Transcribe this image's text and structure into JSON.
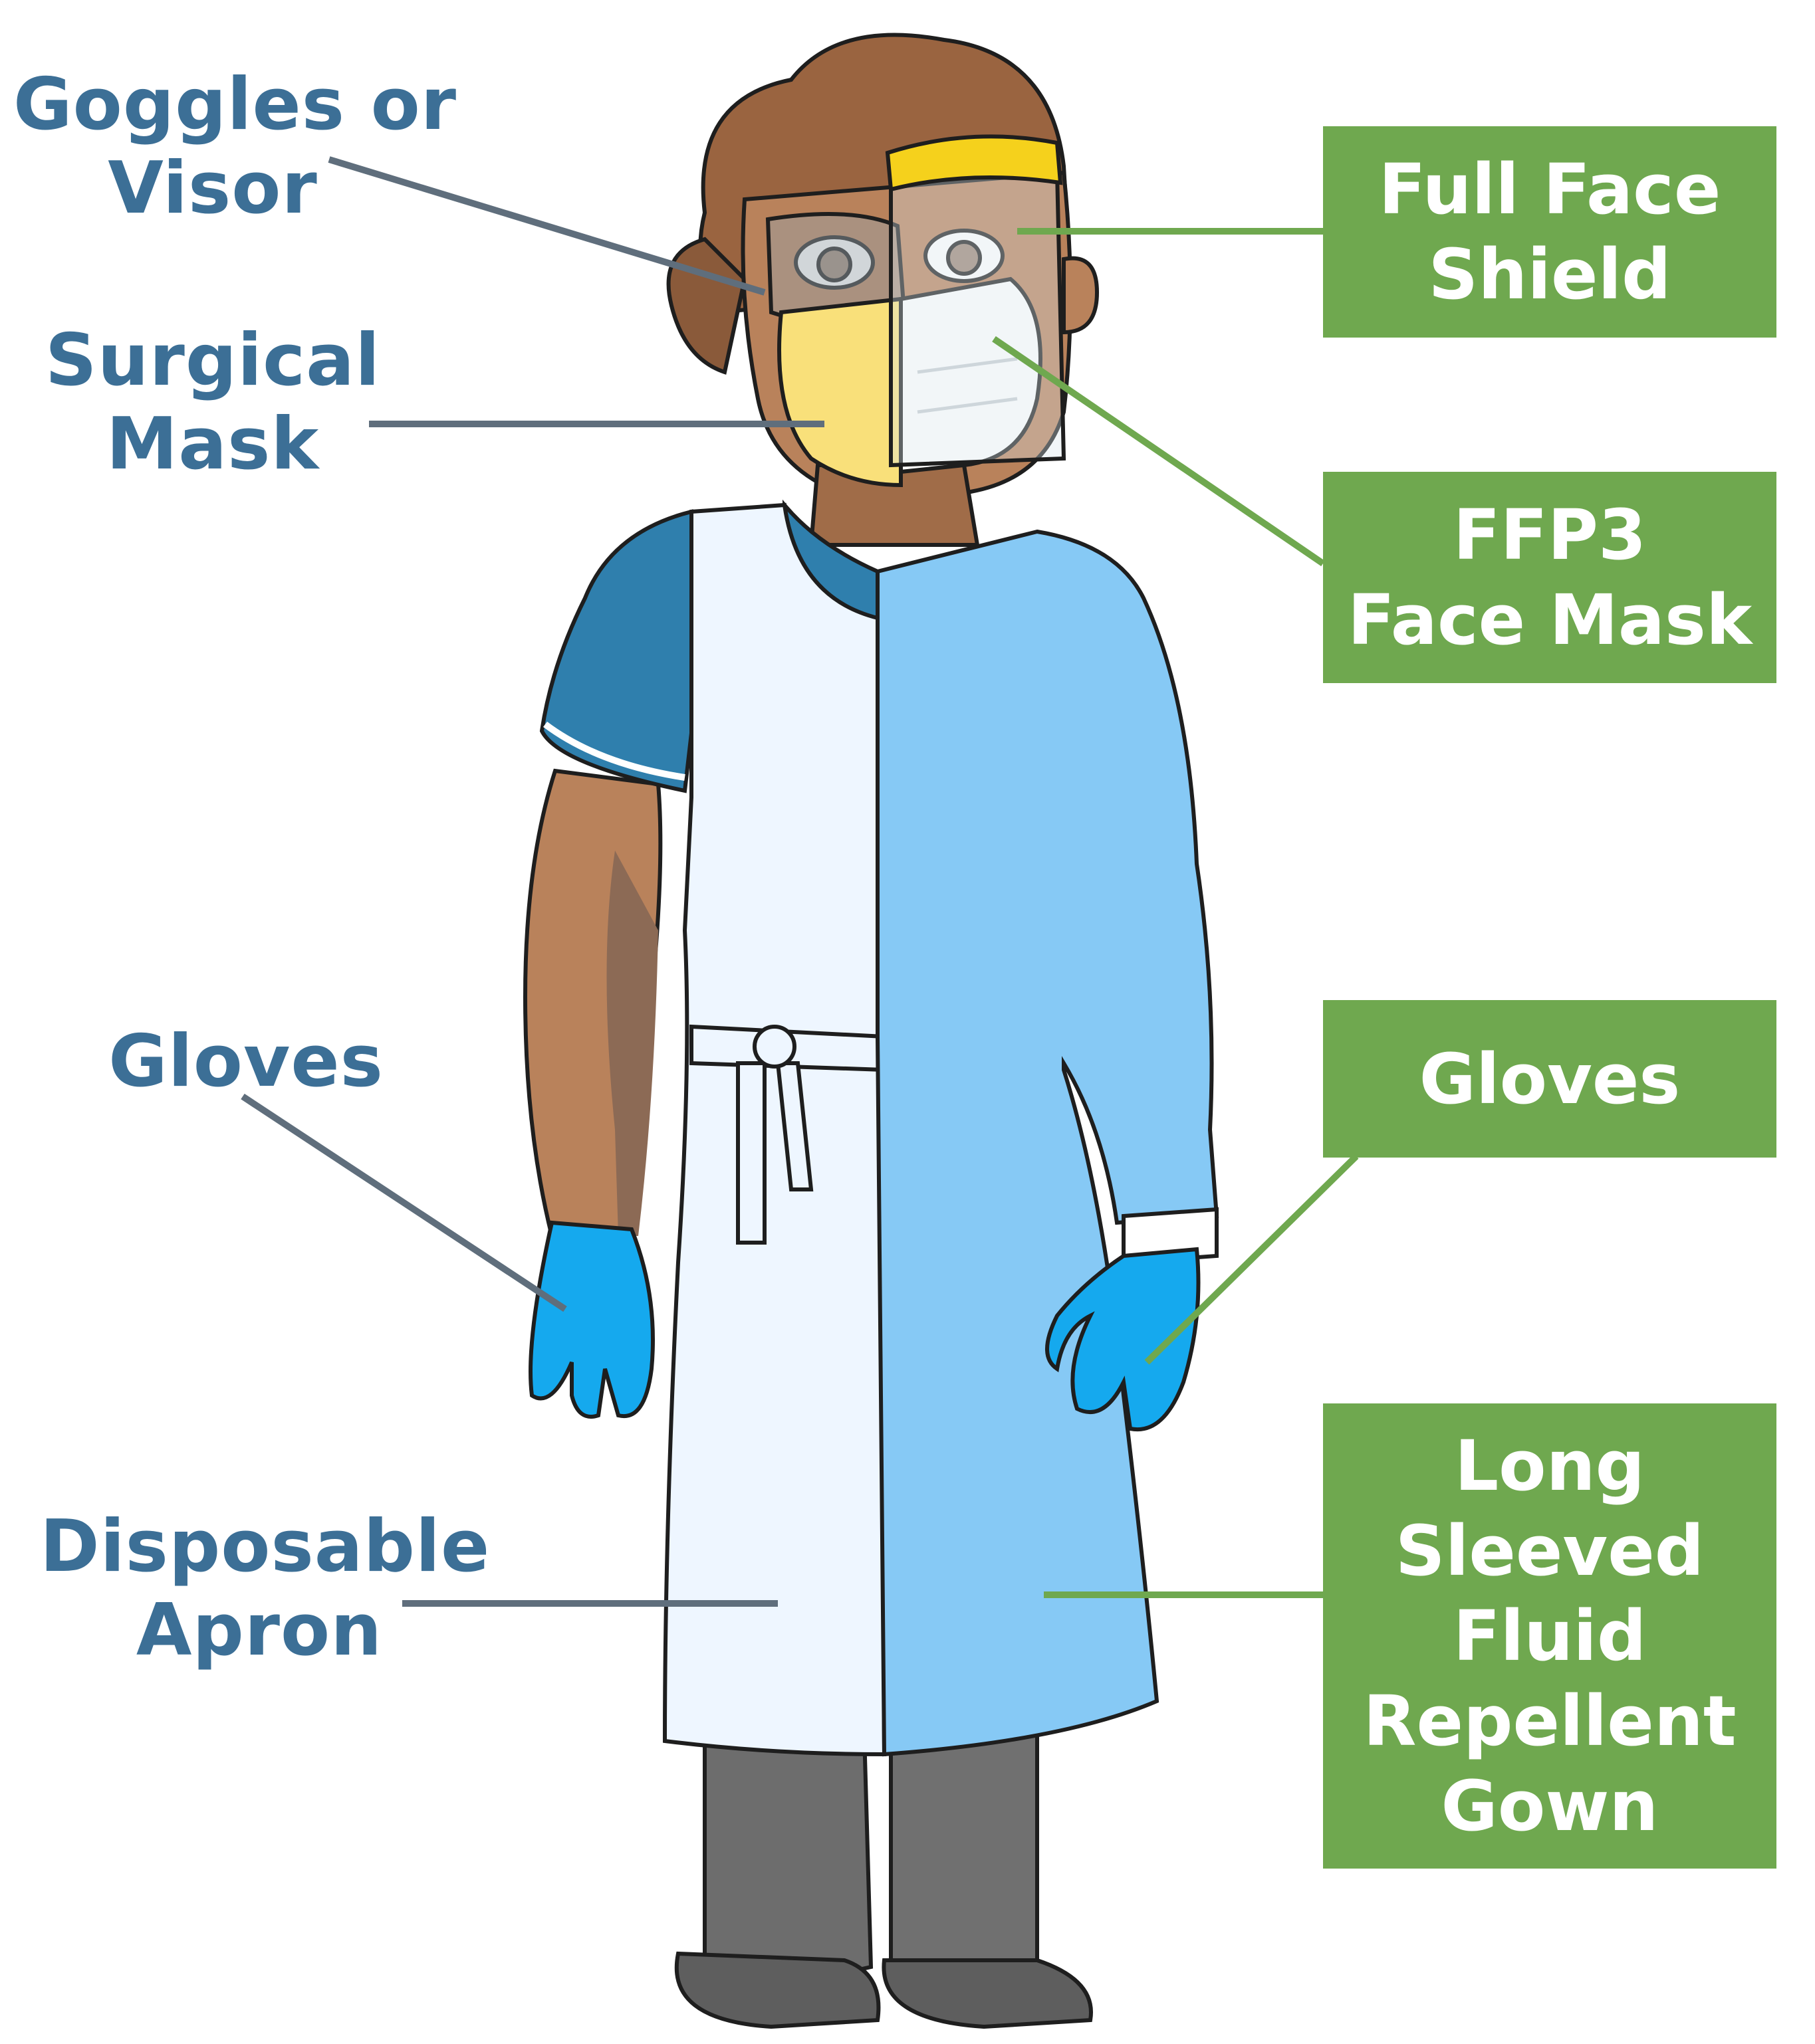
{
  "labels_left": {
    "goggles": [
      "Goggles or",
      "Visor"
    ],
    "surgical_mask": [
      "Surgical",
      "Mask"
    ],
    "gloves": [
      "Gloves"
    ],
    "apron": [
      "Disposable",
      "Apron"
    ]
  },
  "labels_right": {
    "face_shield": [
      "Full Face",
      "Shield"
    ],
    "ffp3": [
      "FFP3",
      "Face Mask"
    ],
    "gloves": [
      "Gloves"
    ],
    "gown": [
      "Long",
      "Sleeved",
      "Fluid",
      "Repellent",
      "Gown"
    ]
  },
  "colors": {
    "left_label_text": "#3c6f96",
    "left_leader_line": "#5f6e7c",
    "right_box_fill": "#6fa84f",
    "right_leader_line": "#6fa84f",
    "skin": "#b9825b",
    "hair": "#9a6440",
    "scrubs": "#2f7fad",
    "apron": "#eef6ff",
    "gown": "#86c9f5",
    "glove": "#15a9ee",
    "visor_band": "#f5d11c",
    "surgical_mask": "#f9e07a",
    "boots": "#6d6d6d"
  }
}
